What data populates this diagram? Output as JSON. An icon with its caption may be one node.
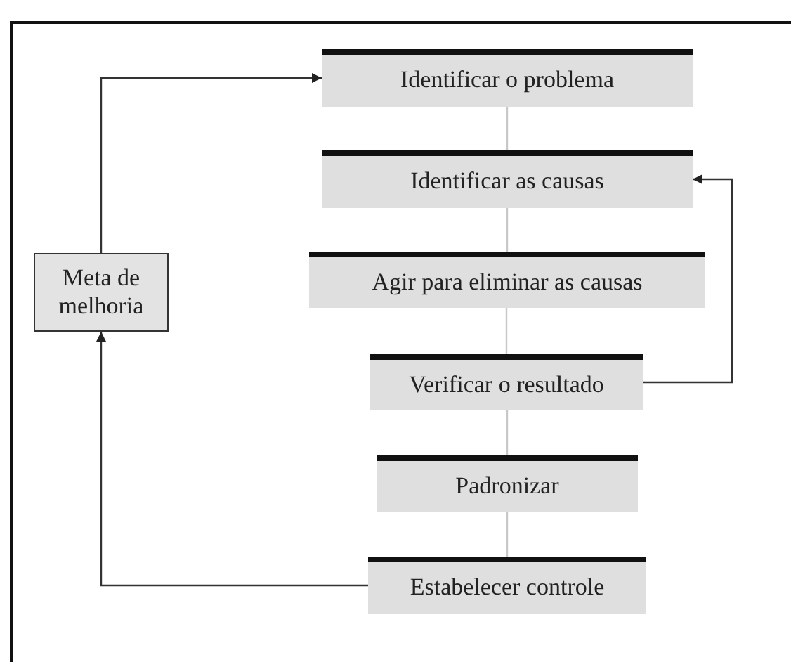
{
  "diagram": {
    "nodes": [
      {
        "text": [
          "Identificar o problema"
        ]
      },
      {
        "text": [
          "Identificar as causas"
        ]
      },
      {
        "text": [
          "Agir para eliminar as causas"
        ]
      },
      {
        "text": [
          "Verificar o resultado"
        ]
      },
      {
        "text": [
          "Padronizar"
        ]
      },
      {
        "text": [
          "Estabelecer controle"
        ]
      },
      {
        "text": [
          "Meta de melhoria"
        ]
      }
    ],
    "edges": [
      {
        "from": 0,
        "to": 1,
        "arrow": "none",
        "color": "#c8c8c8"
      },
      {
        "from": 1,
        "to": 2,
        "arrow": "none",
        "color": "#c8c8c8"
      },
      {
        "from": 2,
        "to": 3,
        "arrow": "none",
        "color": "#c8c8c8"
      },
      {
        "from": 3,
        "to": 4,
        "arrow": "none",
        "color": "#c8c8c8"
      },
      {
        "from": 4,
        "to": 5,
        "arrow": "none",
        "color": "#c8c8c8"
      },
      {
        "from": 6,
        "to": 0,
        "arrow": "to",
        "color": "#333333"
      },
      {
        "from": 3,
        "to": 1,
        "arrow": "to",
        "color": "#333333"
      },
      {
        "from": 5,
        "to": 6,
        "arrow": "to",
        "color": "#333333"
      }
    ]
  }
}
